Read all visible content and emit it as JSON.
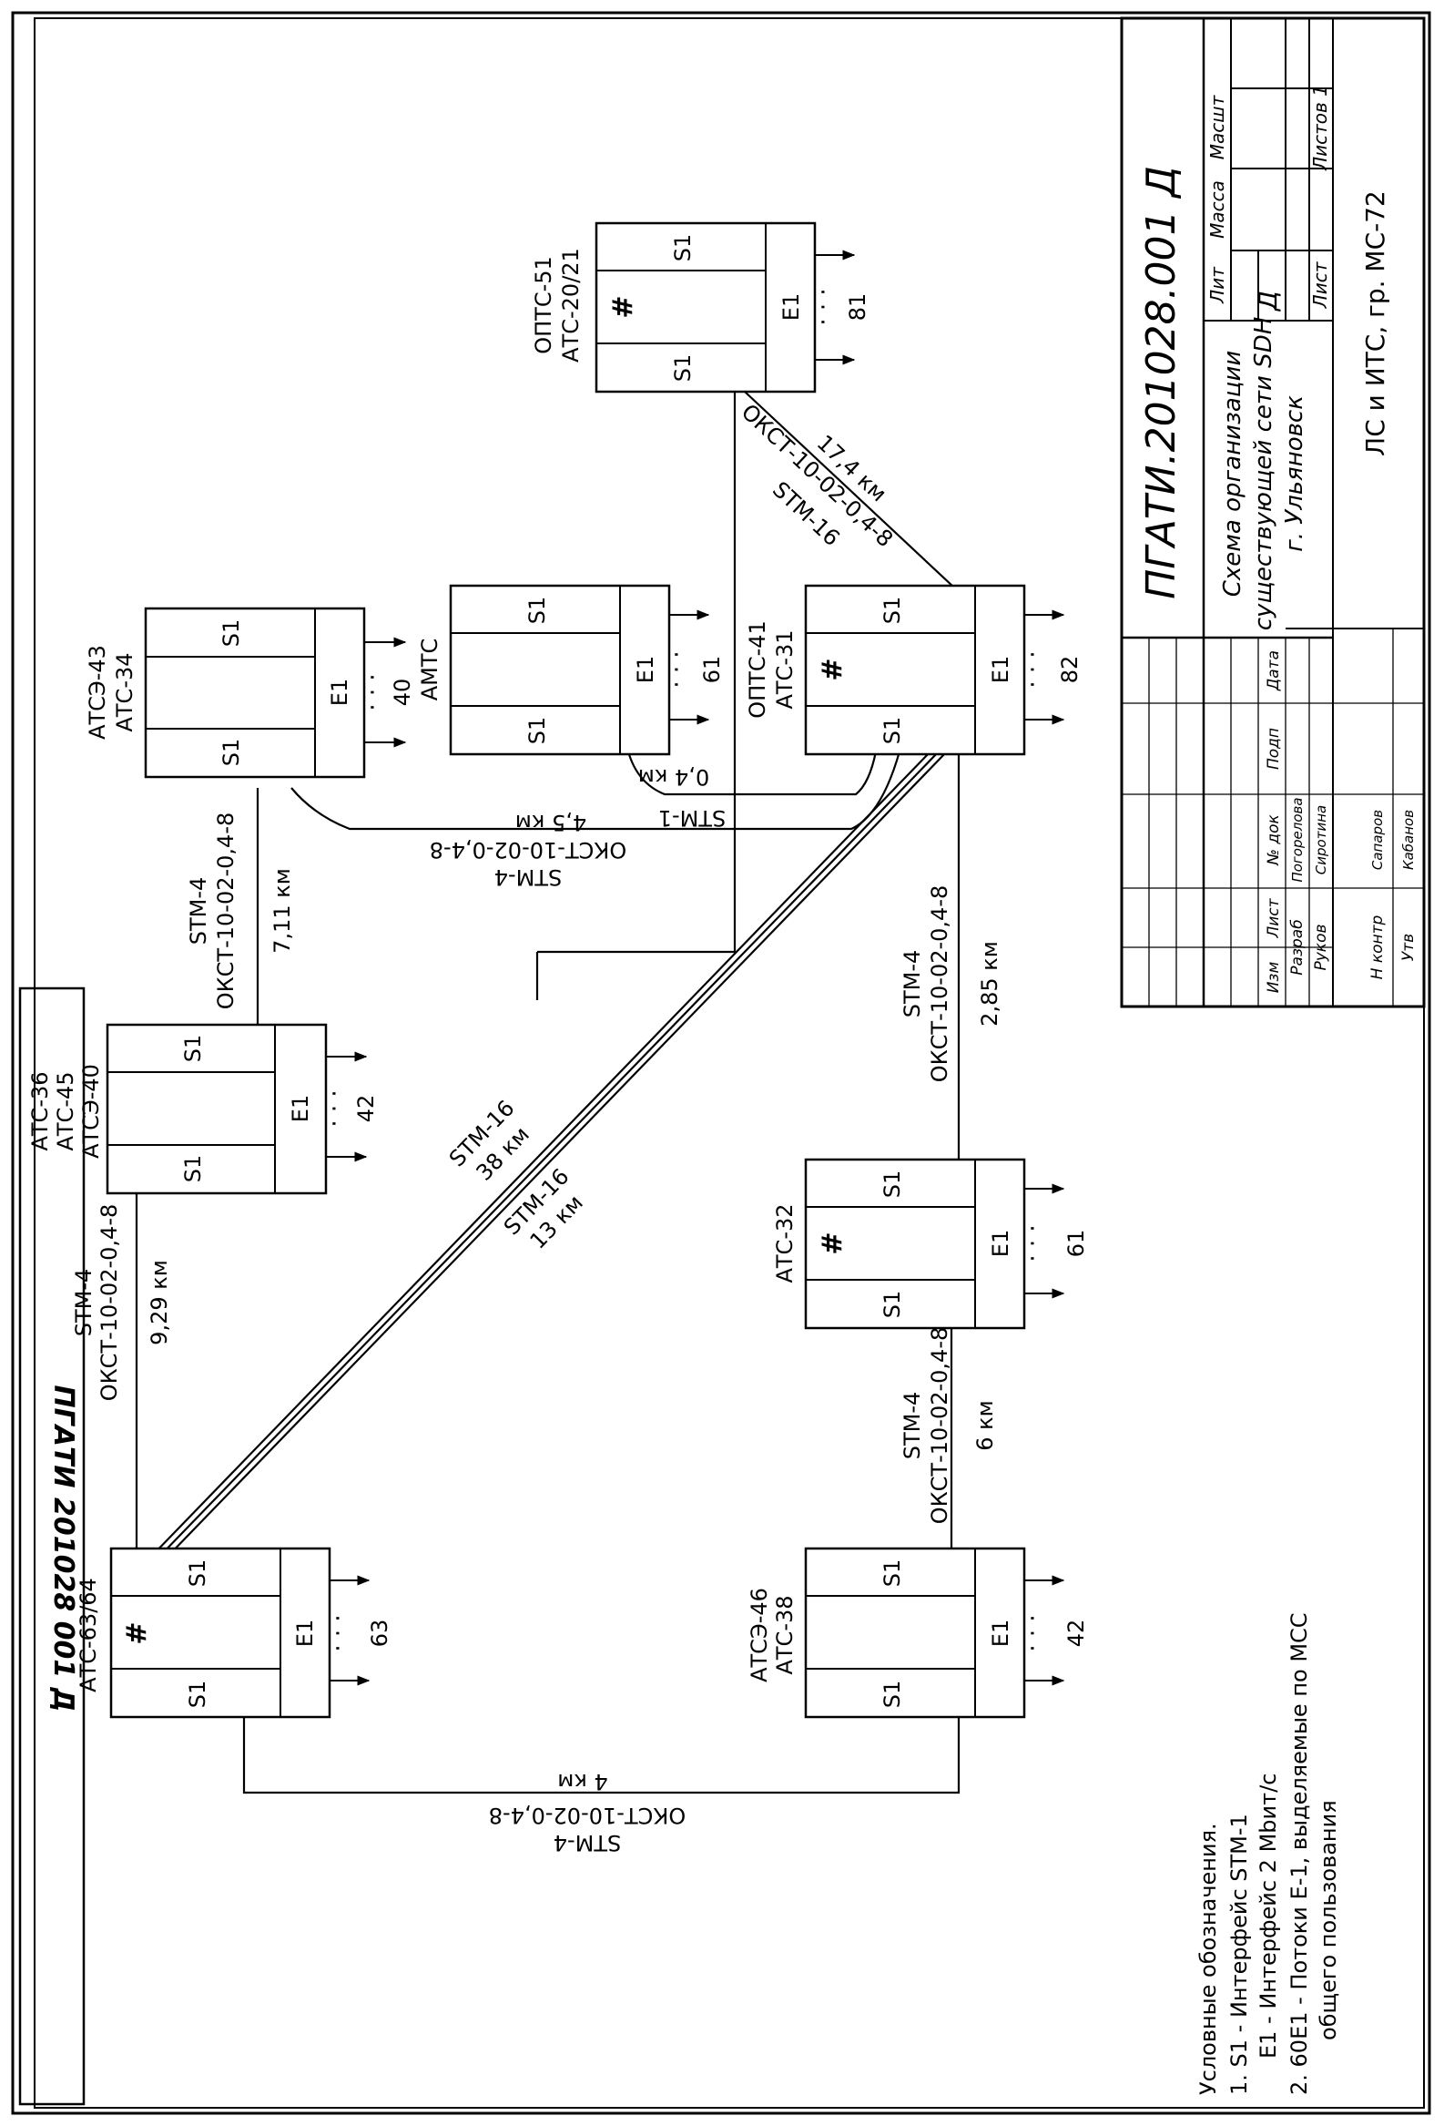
{
  "document": {
    "designation": "ПГАТИ.201028.001 Д",
    "designation_vertical": "ПГАТИ 201028 001 Д"
  },
  "stations": {
    "ats3436": {
      "name1": "АТСЭ-43",
      "name2": "АТС-34",
      "left": "S1",
      "right": "S1",
      "e1": "E1",
      "count": "40"
    },
    "ats36": {
      "name1": "АТС-36",
      "name2": "АТС-45",
      "name3": "АТСЭ-40",
      "left": "S1",
      "right": "S1",
      "e1": "E1",
      "count": "42"
    },
    "ats6364": {
      "name1": "АТС-63/64",
      "left": "S1",
      "right": "S1",
      "cross": "#",
      "e1": "E1",
      "count": "63"
    },
    "amts": {
      "name1": "АМТС",
      "left": "S1",
      "right": "S1",
      "e1": "E1",
      "count": "61"
    },
    "opts41": {
      "name1": "ОПТС-41",
      "name2": "АТС-31",
      "left": "S1",
      "right": "S1",
      "cross": "#",
      "e1": "E1",
      "count": "82"
    },
    "ats32": {
      "name1": "АТС-32",
      "left": "S1",
      "right": "S1",
      "cross": "#",
      "e1": "E1",
      "count": "61"
    },
    "ats46": {
      "name1": "АТСЭ-46",
      "name2": "АТС-38",
      "left": "S1",
      "right": "S1",
      "e1": "E1",
      "count": "42"
    },
    "opts51": {
      "name1": "ОПТС-51",
      "name2": "АТС-20/21",
      "left": "S1",
      "right": "S1",
      "cross": "#",
      "e1": "E1",
      "count": "81"
    }
  },
  "links": {
    "l_3436_36": {
      "l1": "STM-4",
      "l2": "ОКСТ-10-02-0,4-8",
      "l3": "7,11 км"
    },
    "l_36_6364": {
      "l1": "STM-4",
      "l2": "ОКСТ-10-02-0,4-8",
      "l3": "9,29 км"
    },
    "l_3436_31": {
      "l1": "STM-4",
      "l2": "ОКСТ-10-02-0,4-8",
      "l3": "4,5 км"
    },
    "l_amts_31": {
      "l1": "STM-1",
      "l2": "0,4 км"
    },
    "l_31_32": {
      "l1": "STM-4",
      "l2": "ОКСТ-10-02-0,4-8",
      "l3": "2,85 км"
    },
    "l_32_46": {
      "l1": "STM-4",
      "l2": "ОКСТ-10-02-0,4-8",
      "l3": "6 км"
    },
    "l_6364_46": {
      "l1": "STM-4",
      "l2": "ОКСТ-10-02-0,4-8",
      "l3": "4 км"
    },
    "l_diag1": {
      "l1": "STM-16",
      "l2": "38 км"
    },
    "l_diag2": {
      "l1": "STM-16",
      "l2": "13 км"
    },
    "l_51_31": {
      "l1": "STM-16",
      "l2": "ОКСТ-10-02-0,4-8",
      "l3": "17,4 км"
    }
  },
  "legend": {
    "title": "Условные обозначения.",
    "item1": "1. S1 - Интерфейс STM-1",
    "item1b": "E1 - Интерфейс 2 Мbит/с",
    "item2": "2. 60E1 - Потоки E-1, выделяемые по МСС",
    "item2b": "общего пользования"
  },
  "title_block": {
    "code": "ПГАТИ.201028.001 Д",
    "doc_title_1": "Схема организации",
    "doc_title_2": "существующей сети SDH",
    "doc_title_3": "г. Ульяновск",
    "lit_label": "Лит",
    "mass_label": "Масса",
    "scale_label": "Масшт",
    "lit_value": "Д",
    "sheet_label": "Лист",
    "sheets_label": "Листов 1",
    "org": "ЛС и ИТС, гр. МС-72",
    "col_izm": "Изм",
    "col_list": "Лист",
    "col_ndok": "№ док",
    "col_podp": "Подп",
    "col_data": "Дата",
    "razrab": "Разраб",
    "razrab_name": "Погорелова",
    "rukov": "Руков",
    "rukov_name": "Сиротина",
    "nkontr": "Н контр",
    "nkontr_name": "Сапаров",
    "utv": "Утв",
    "utv_name": "Кабанов"
  }
}
